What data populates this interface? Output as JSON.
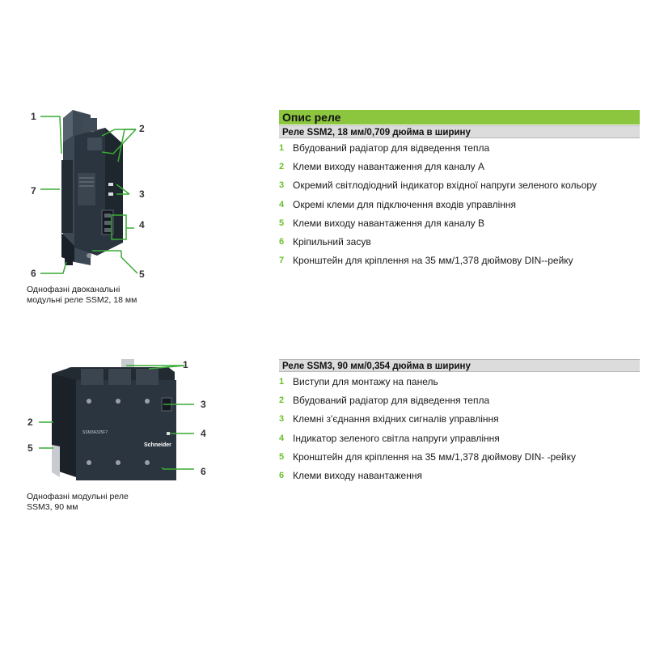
{
  "ssm2_figure": {
    "callouts": [
      "1",
      "2",
      "3",
      "4",
      "5",
      "6",
      "7"
    ],
    "caption_line1": "Однофазні двоканальні",
    "caption_line2": "модульні реле SSM2, 18 мм"
  },
  "ssm3_figure": {
    "callouts": [
      "1",
      "2",
      "3",
      "4",
      "5",
      "6"
    ],
    "caption_line1": "Однофазні модульні реле",
    "caption_line2": "SSM3, 90 мм",
    "device_model_text": "SSM3A325F7",
    "brand_text": "Schneider"
  },
  "description": {
    "title": "Опис реле",
    "ssm2": {
      "header": "Реле SSM2, 18 мм/0,709 дюйма в ширину",
      "items": [
        {
          "num": "1",
          "text": "Вбудований радіатор для відведення тепла"
        },
        {
          "num": "2",
          "text": "Клеми виходу навантаження для каналу А"
        },
        {
          "num": "3",
          "text": "Окремий світлодіодний індикатор вхідної напруги зеленого кольору"
        },
        {
          "num": "4",
          "text": "Окремі клеми для підключення входів управління"
        },
        {
          "num": "5",
          "text": "Клеми виходу навантаження для каналу В"
        },
        {
          "num": "6",
          "text": "Кріпильний засув"
        },
        {
          "num": "7",
          "text": "Кронштейн для кріплення на 35 мм/1,378 дюймову DIN--рейку"
        }
      ]
    },
    "ssm3": {
      "header": "Реле SSM3, 90 мм/0,354 дюйма в ширину",
      "items": [
        {
          "num": "1",
          "text": "Виступи для монтажу на панель"
        },
        {
          "num": "2",
          "text": "Вбудований радіатор для відведення тепла"
        },
        {
          "num": "3",
          "text": "Клемні з'єднання вхідних сигналів управління"
        },
        {
          "num": "4",
          "text": "Індикатор зеленого світла напруги управління"
        },
        {
          "num": "5",
          "text": "Кронштейн для кріплення на 35 мм/1,378 дюймову DIN- -рейку"
        },
        {
          "num": "6",
          "text": "Клеми виходу навантаження"
        }
      ]
    }
  },
  "colors": {
    "accent_green": "#8cc63f",
    "number_green": "#6abf2e",
    "header_gray": "#dcdcdc",
    "callout_line": "#3aaa35",
    "device_body": "#2b3540"
  }
}
